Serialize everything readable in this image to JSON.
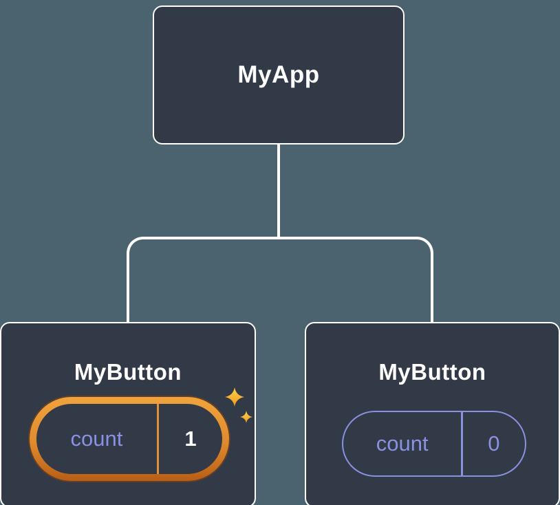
{
  "diagram": {
    "root": {
      "label": "MyApp"
    },
    "children": [
      {
        "label": "MyButton",
        "state": {
          "key": "count",
          "value": "1"
        },
        "highlighted": true
      },
      {
        "label": "MyButton",
        "state": {
          "key": "count",
          "value": "0"
        },
        "highlighted": false
      }
    ]
  },
  "icons": {
    "sparkles": "sparkles-icon"
  },
  "colors": {
    "background": "#4a636e",
    "node_bg": "#323947",
    "node_border": "#ffffff",
    "connector": "#ffffff",
    "label_text": "#ffffff",
    "state_accent": "#8a91e0",
    "highlight_orange": "#f0a43c",
    "highlight_orange_dark": "#b85e16",
    "divider_orange": "#e0913a",
    "sparkle_gold": "#f5b93c",
    "value_highlight_text": "#ffffff"
  }
}
